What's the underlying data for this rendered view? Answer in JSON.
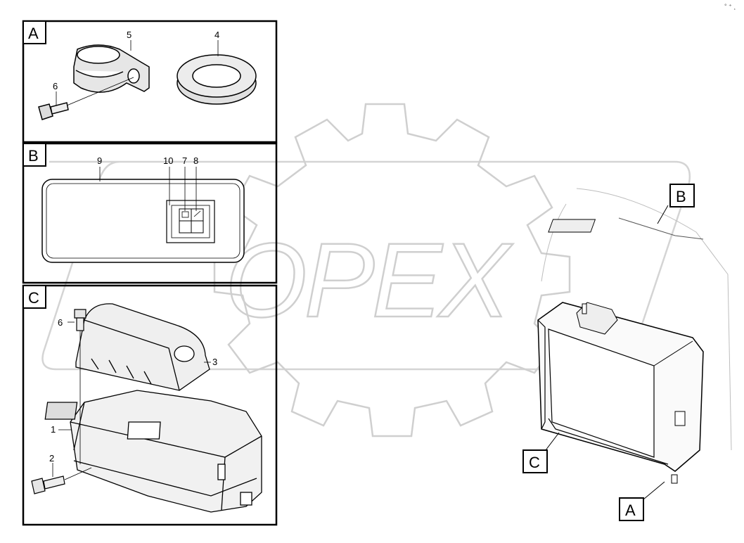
{
  "watermark": "OPEX",
  "panels": [
    {
      "letter": "A",
      "labels": [
        "5",
        "4",
        "6"
      ]
    },
    {
      "letter": "B",
      "labels": [
        "9",
        "10",
        "7",
        "8"
      ]
    },
    {
      "letter": "C",
      "labels": [
        "6",
        "3",
        "1",
        "2"
      ]
    }
  ],
  "overview_callouts": [
    "B",
    "C",
    "A"
  ],
  "corner_mark": "° ⁺ ¸"
}
